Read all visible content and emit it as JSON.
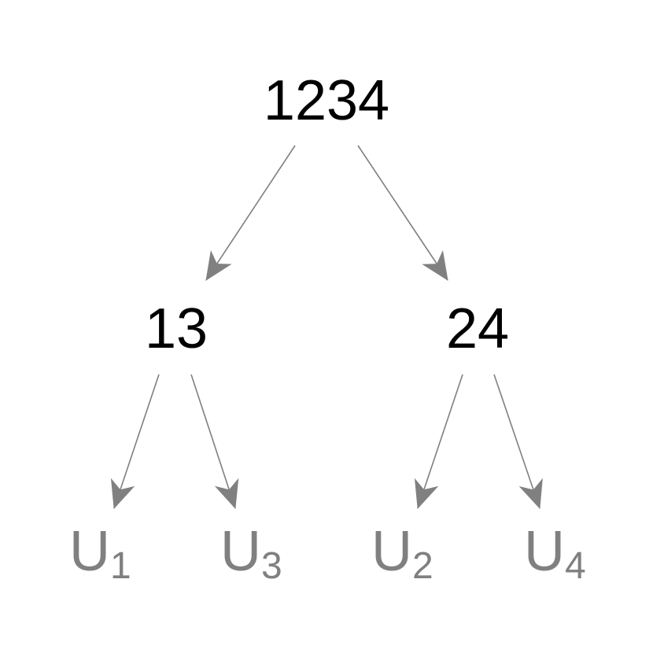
{
  "colors": {
    "node_text": "#000000",
    "leaf_text": "#808080",
    "edge": "#808080",
    "background": "#ffffff"
  },
  "tree": {
    "root": {
      "label": "1234"
    },
    "internal": [
      {
        "label": "13"
      },
      {
        "label": "24"
      }
    ],
    "leaves": [
      {
        "base": "U",
        "sub": "1"
      },
      {
        "base": "U",
        "sub": "3"
      },
      {
        "base": "U",
        "sub": "2"
      },
      {
        "base": "U",
        "sub": "4"
      }
    ],
    "edges": [
      {
        "from": "1234",
        "to": "13"
      },
      {
        "from": "1234",
        "to": "24"
      },
      {
        "from": "13",
        "to": "U1"
      },
      {
        "from": "13",
        "to": "U3"
      },
      {
        "from": "24",
        "to": "U2"
      },
      {
        "from": "24",
        "to": "U4"
      }
    ]
  }
}
